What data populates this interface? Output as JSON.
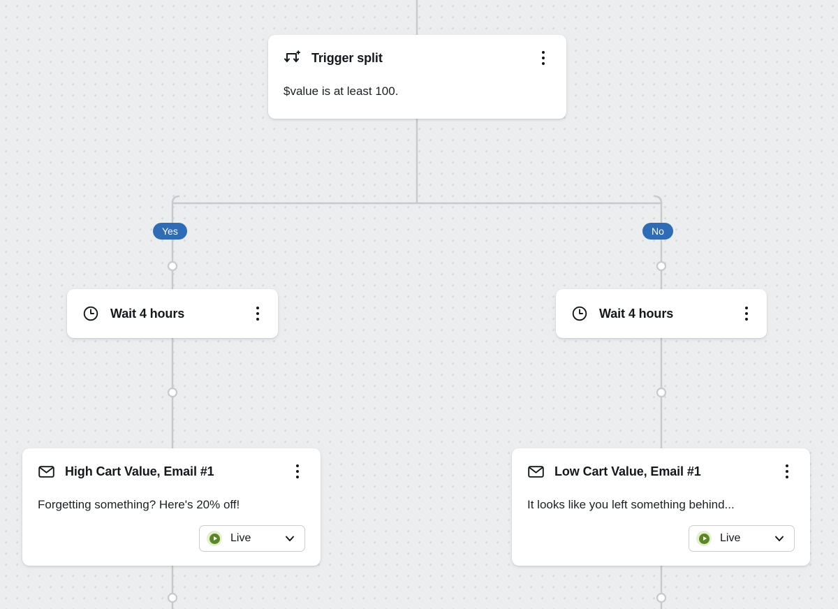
{
  "canvas": {
    "background_color": "#ebedef",
    "dot_color": "#d6d9dc",
    "connector_color": "#c6c9cd"
  },
  "flow": {
    "trigger": {
      "icon": "trigger-split-icon",
      "title": "Trigger split",
      "condition": "$value is at least 100.",
      "menu": "more-options"
    },
    "branches": [
      {
        "label": "Yes",
        "color": "#2f6cb5"
      },
      {
        "label": "No",
        "color": "#2f6cb5"
      }
    ],
    "waits": [
      {
        "icon": "clock-icon",
        "title": "Wait 4 hours"
      },
      {
        "icon": "clock-icon",
        "title": "Wait 4 hours"
      }
    ],
    "emails": [
      {
        "icon": "envelope-icon",
        "title": "High Cart Value, Email #1",
        "preview": "Forgetting something? Here's 20% off!",
        "status": "Live",
        "status_color": "#5c8727"
      },
      {
        "icon": "envelope-icon",
        "title": "Low Cart Value, Email #1",
        "preview": "It looks like you left something behind...",
        "status": "Live",
        "status_color": "#5c8727"
      }
    ]
  }
}
